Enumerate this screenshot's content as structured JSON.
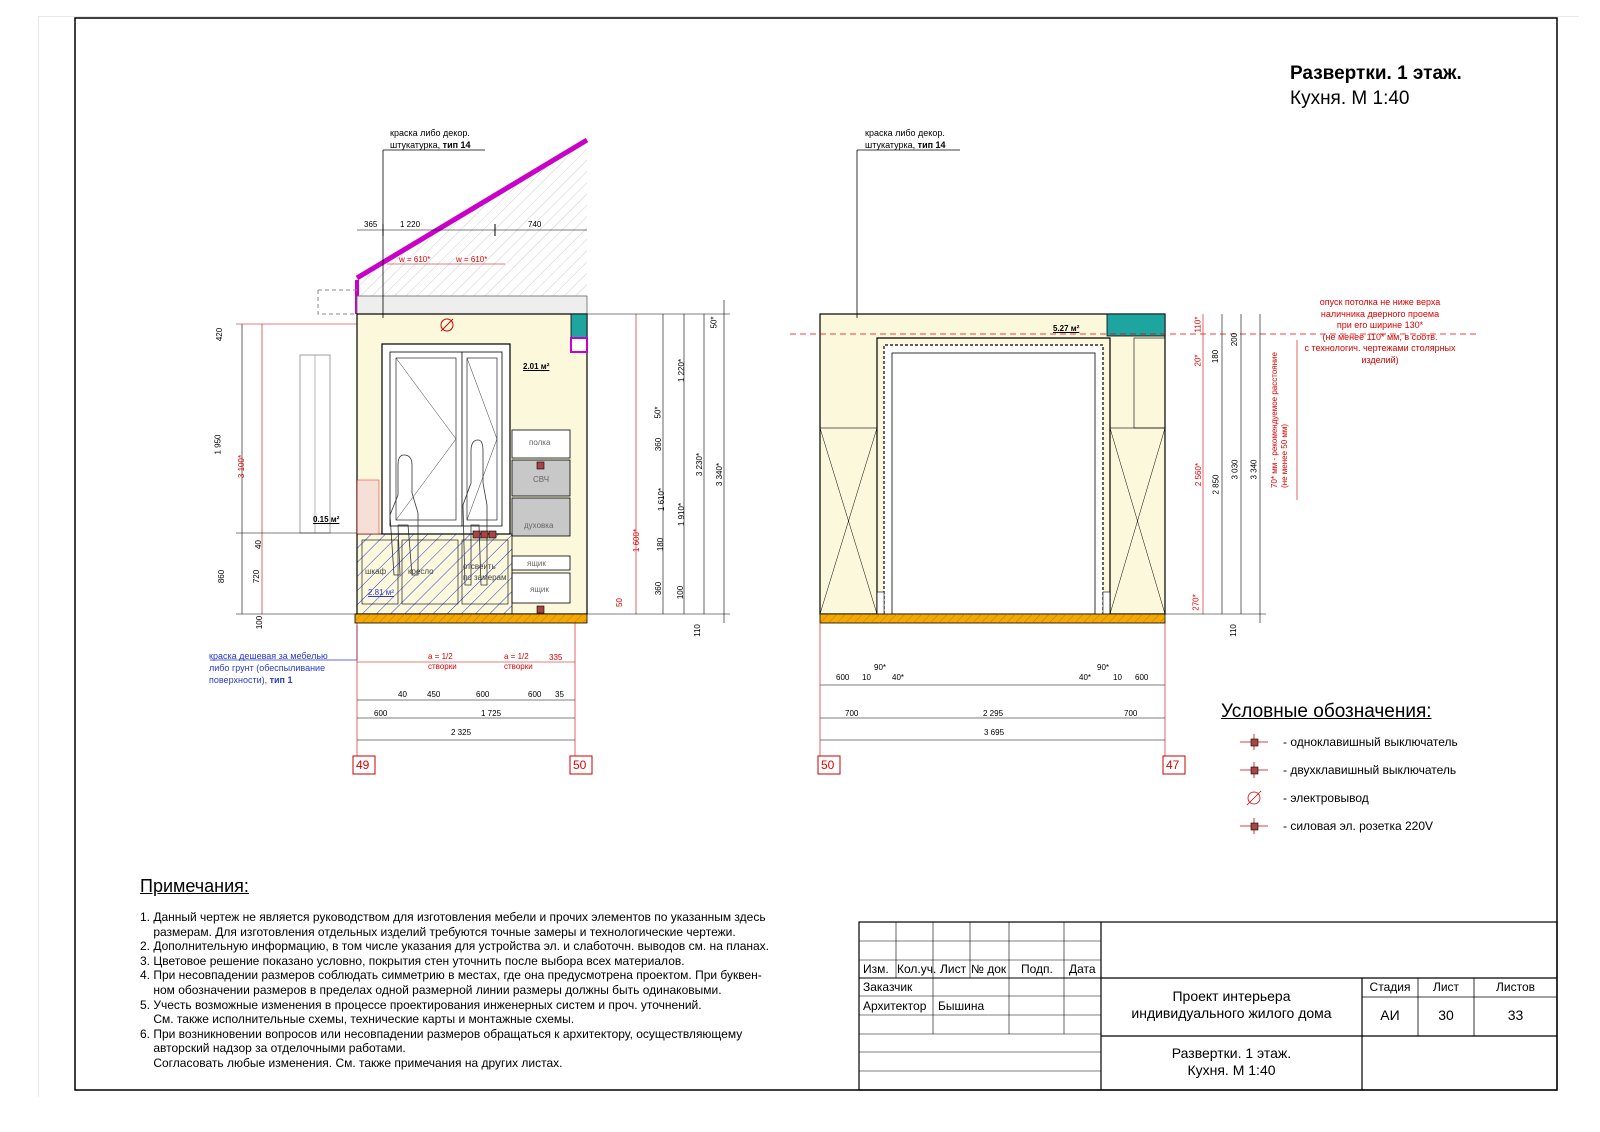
{
  "title": {
    "line1": "Развертки. 1 этаж.",
    "line2": "Кухня. М 1:40"
  },
  "elevation_left": {
    "wall_note": {
      "line1": "краска либо декор.",
      "line2": "штукатурка, ",
      "line2_bold": "тип 14"
    },
    "top_dims": [
      "365",
      "1 220",
      "740"
    ],
    "window_dims": [
      "w = 610*",
      "w = 610*"
    ],
    "area_labels": [
      "2.01 м²",
      "0.15 м²",
      "2.81 м²"
    ],
    "left_dims": [
      "420",
      "1 950",
      "3 100*",
      "40",
      "860",
      "720",
      "100"
    ],
    "right_dims": [
      "50*",
      "1 220*",
      "50*",
      "360",
      "1 610*",
      "1 910*",
      "3 230*",
      "3 340*",
      "180",
      "360",
      "100",
      "1 600*",
      "50",
      "110"
    ],
    "cabinet_labels": [
      "полка",
      "СВЧ",
      "духовка",
      "ящик",
      "ящик",
      "шкаф",
      "кресло",
      "отсвеить",
      "по замерам"
    ],
    "sash_labels": [
      {
        "a": "a = 1/2",
        "b": "створки"
      },
      {
        "a": "a = 1/2",
        "b": "створки"
      }
    ],
    "bottom_dims_row1": [
      "40",
      "450",
      "600",
      "600",
      "35",
      "335"
    ],
    "bottom_dims_row2": [
      "600",
      "1 725"
    ],
    "bottom_total": "2 325",
    "axes": [
      "49",
      "50"
    ],
    "paint_note": {
      "line1": "краска дешевая за мебелью",
      "line2": "либо грунт (обеспыливание",
      "line3": "поверхности), ",
      "line3_bold": "тип 1"
    }
  },
  "elevation_right": {
    "wall_note": {
      "line1": "краска либо декор.",
      "line2": "штукатурка, ",
      "line2_bold": "тип 14"
    },
    "area_label": "5.27 м²",
    "ceiling_note": [
      "опуск потолка не ниже верха",
      "наличника дверного проема",
      "при его ширине 130*",
      "(не менее 110* мм, в соотв.",
      "с технологич. чертежами столярных",
      "изделий)"
    ],
    "side_note": [
      "70* мм - рекомендуемое расстояние",
      "(не менее 50 мм)"
    ],
    "right_dims": [
      "110*",
      "200",
      "180",
      "20*",
      "2 560*",
      "2 850",
      "3 030",
      "3 340",
      "270*",
      "110"
    ],
    "bottom_small": [
      "600",
      "10",
      "90*",
      "40*",
      "40*",
      "90*",
      "10",
      "600"
    ],
    "bottom_dims_row": [
      "700",
      "2 295",
      "700"
    ],
    "bottom_total": "3 695",
    "axes": [
      "50",
      "47"
    ]
  },
  "legend": {
    "title": "Условные обозначения:",
    "items": [
      {
        "icon": "single-switch-icon",
        "label": "- одноклавишный выключатель"
      },
      {
        "icon": "double-switch-icon",
        "label": "- двухклавишный выключатель"
      },
      {
        "icon": "electric-outlet-icon",
        "label": "- электровывод"
      },
      {
        "icon": "power-socket-icon",
        "label": "- силовая эл. розетка 220V"
      }
    ]
  },
  "notes": {
    "title": "Примечания:",
    "items": [
      "1. Данный чертеж не является руководством для изготовления мебели и прочих элементов по указанным здесь",
      "    размерам. Для изготовления отдельных изделий требуются точные замеры и технологические чертежи.",
      "2. Дополнительную информацию, в том числе указания для устройства эл. и слаботочн. выводов см. на планах.",
      "3. Цветовое решение показано условно, покрытия стен уточнить после выбора всех материалов.",
      "4. При несовпадении размеров соблюдать симметрию в местах, где она предусмотрена проектом. При буквен-",
      "    ном обозначении размеров в пределах одной размерной линии размеры должны быть одинаковыми.",
      "5. Учесть возможные изменения в процессе проектирования инженерных систем и проч. уточнений.",
      "    См. также исполнительные схемы, технические карты и монтажные схемы.",
      "6. При возникновении вопросов или несовпадении размеров обращаться к архитектору, осуществляющему",
      "    авторский надзор за отделочными работами.",
      "    Согласовать любые изменения. См. также примечания на других листах."
    ]
  },
  "stamp": {
    "headers": [
      "Изм.",
      "Кол.уч.",
      "Лист",
      "№ док",
      "Подп.",
      "Дата"
    ],
    "customer_label": "Заказчик",
    "architect_label": "Архитектор",
    "architect_name": "Бышина",
    "project_line1": "Проект интерьера",
    "project_line2": "индивидуального жилого дома",
    "stage_label": "Стадия",
    "sheet_label": "Лист",
    "sheets_label": "Листов",
    "stage_value": "АИ",
    "sheet_value": "30",
    "sheets_value": "33",
    "drawing_line1": "Развертки. 1 этаж.",
    "drawing_line2": "Кухня. М 1:40"
  },
  "colors": {
    "wall_fill": "#fbf8dc",
    "roof_magenta": "#c800c8",
    "floor_orange": "#f5a800",
    "teal": "#1ea5a0",
    "dim_red": "#e00000",
    "hatch_blue": "#2a3ad0",
    "cabinet_grey": "#c8c8c8"
  }
}
